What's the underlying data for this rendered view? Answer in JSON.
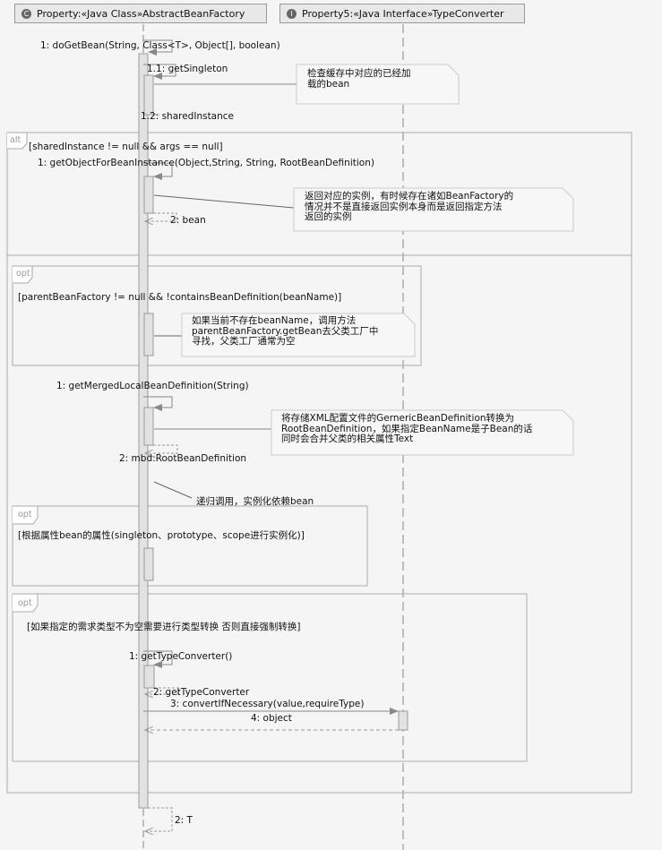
{
  "lifelines": [
    {
      "icon": "class-icon",
      "icon_glyph": "C",
      "label": "Property:«Java Class»AbstractBeanFactory"
    },
    {
      "icon": "interface-icon",
      "icon_glyph": "I",
      "label": "Property5:«Java Interface»TypeConverter"
    }
  ],
  "messages": {
    "m1": "1: doGetBean(String, Class<T>, Object[], boolean)",
    "m11": "1.1: getSingleton",
    "m12": "1.2: sharedInstance",
    "alt_m1": "1: getObjectForBeanInstance(Object,String, String, RootBeanDefinition)",
    "alt_m2": "2: bean",
    "merged1": "1: getMergedLocalBeanDefinition(String)",
    "merged2": "2: mbd:RootBeanDefinition",
    "recursive": "递归调用，实例化依赖bean",
    "tc1": "1: getTypeConverter()",
    "tc2": "2: getTypeConverter",
    "tc3": "3: convertIfNecessary(value,requireType)",
    "tc4": "4: object",
    "ret": "2: T"
  },
  "frames": {
    "alt": {
      "label": "alt",
      "guard": "[sharedInstance != null && args == null]"
    },
    "opt1": {
      "label": "opt",
      "guard": "[parentBeanFactory != null && !containsBeanDefinition(beanName)]"
    },
    "opt2": {
      "label": "opt",
      "guard": "[根据属性bean的属性(singleton、prototype、scope进行实例化)]"
    },
    "opt3": {
      "label": "opt",
      "guard": "[如果指定的需求类型不为空需要进行类型转换 否则直接强制转换]"
    }
  },
  "notes": {
    "n1": "检查缓存中对应的已经加\n载的bean",
    "n2": "返回对应的实例，有时候存在诸如BeanFactory的\n情况并不是直接返回实例本身而是返回指定方法\n返回的实例",
    "n3": "如果当前不存在beanName，调用方法\nparentBeanFactory.getBean去父类工厂中\n寻找，父类工厂通常为空",
    "n4": "将存储XML配置文件的GernericBeanDefinition转换为\nRootBeanDefinition，如果指定BeanName是子Bean的话\n同时会合并父类的相关属性Text"
  }
}
